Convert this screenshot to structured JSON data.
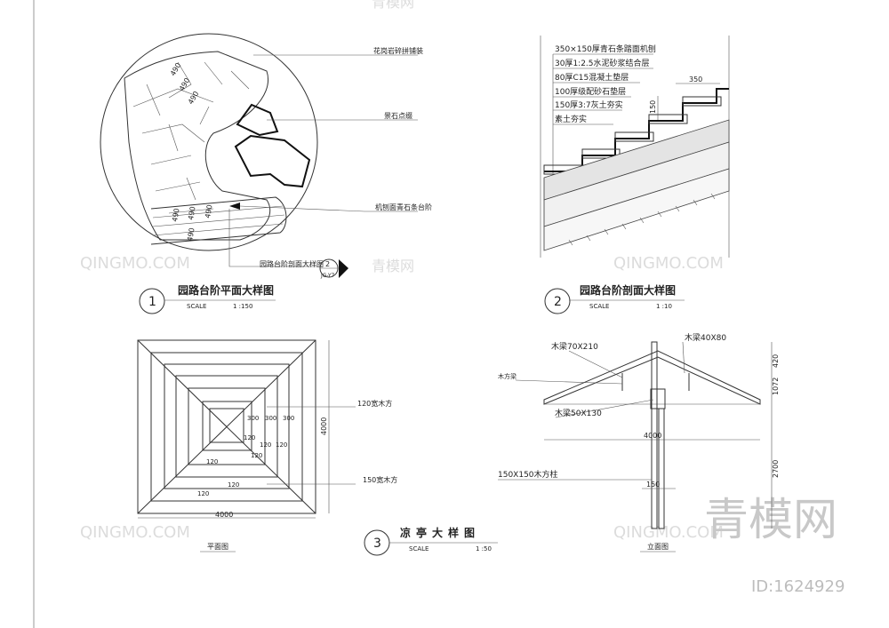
{
  "watermarks": {
    "brand_latin": "QINGMO.COM",
    "brand_cn": "青模网",
    "id_label": "ID:1624929"
  },
  "detail1": {
    "number": "1",
    "title": "园路台阶平面大样图",
    "scale_label": "SCALE",
    "scale_value": "1 :150",
    "notes": {
      "paving": "花岗岩碎拼铺装",
      "stone": "景石点缀",
      "steps": "机刨面青石条台阶",
      "section_ref": "园路台阶剖面大样图"
    },
    "section_marker": {
      "top": "2",
      "bottom": "JG-Y7"
    },
    "step_dims": [
      "490",
      "490",
      "490",
      "490",
      "490",
      "490",
      "490"
    ]
  },
  "detail2": {
    "number": "2",
    "title": "园路台阶剖面大样图",
    "scale_label": "SCALE",
    "scale_value": "1 :10",
    "layers": [
      "350×150厚青石条踏面机刨",
      "30厚1:2.5水泥砂浆结合层",
      "80厚C15混凝土垫层",
      "100厚级配砂石垫层",
      "150厚3:7灰土夯实",
      "素土夯实"
    ],
    "dim_tread": "350",
    "dim_riser": "150"
  },
  "detail3": {
    "number": "3",
    "title": "凉亭大样图",
    "scale_label": "SCALE",
    "scale_value": "1 :50",
    "plan_caption": "平面图",
    "elev_caption": "立面图",
    "plan_labels": {
      "beam120": "120宽木方",
      "beam150": "150宽木方",
      "width": "4000",
      "height": "4000",
      "d300a": "300",
      "d300b": "300",
      "d300c": "300",
      "d120": [
        "120",
        "120",
        "120",
        "120",
        "120",
        "120",
        "120"
      ]
    },
    "elev_labels": {
      "beam70": "木梁70X210",
      "beam40": "木梁40X80",
      "beam_square": "木方梁",
      "beam50": "木梁50X130",
      "column": "150X150木方柱",
      "width": "4000",
      "col_w": "150",
      "h420": "420",
      "h1072": "1072",
      "h2700": "2700"
    }
  }
}
